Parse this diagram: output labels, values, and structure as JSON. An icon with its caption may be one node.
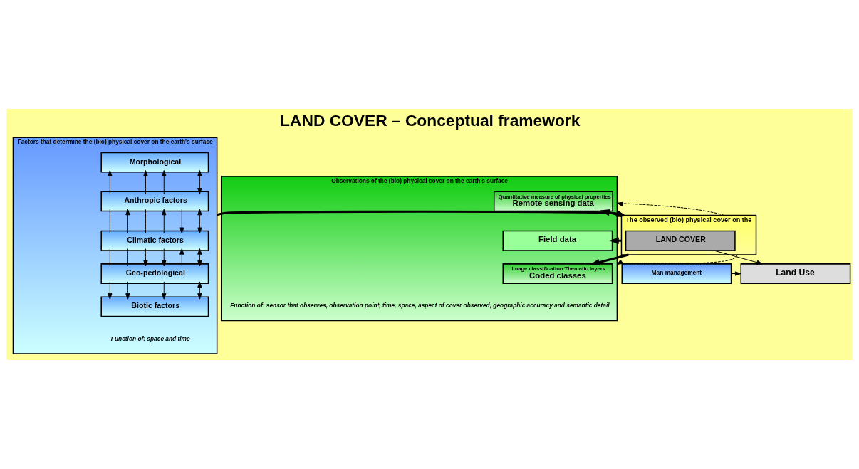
{
  "diagram": {
    "title": "LAND COVER – Conceptual framework",
    "nodes": [
      {
        "text": [
          "Factors that determine the (bio) physical cover on the earth's surface",
          "Function of: space and time"
        ]
      },
      {
        "text": [
          "Morphological"
        ],
        "in": 0
      },
      {
        "text": [
          "Anthropic factors"
        ],
        "in": 0
      },
      {
        "text": [
          "Climatic factors"
        ],
        "in": 0
      },
      {
        "text": [
          "Geo-pedological"
        ],
        "in": 0
      },
      {
        "text": [
          "Biotic factors"
        ],
        "in": 0
      },
      {
        "text": [
          "The observed (bio) physical cover on the"
        ]
      },
      {
        "text": [
          "LAND COVER"
        ],
        "in": 6
      },
      {
        "text": [
          "Man management"
        ]
      },
      {
        "text": [
          "Land Use"
        ]
      },
      {
        "text": [
          "Observations of the (bio) physical cover on the earth's surface",
          "Function of: sensor that observes, observation point, time, space, aspect of cover observed, geographic accuracy and semantic detail"
        ]
      },
      {
        "text": [
          "Quantitative measure of physical properties",
          "Remote sensing data"
        ],
        "in": 10
      },
      {
        "text": [
          "Field data"
        ],
        "in": 10
      },
      {
        "text": [
          "Image classification Thematic layers",
          "Coded classes"
        ],
        "in": 10
      }
    ],
    "edges": [
      {
        "from": 2,
        "to": 1,
        "arrow": "to"
      },
      {
        "from": 2,
        "to": 1,
        "arrow": "to"
      },
      {
        "from": 2,
        "to": 1,
        "arrow": "to"
      },
      {
        "from": 2,
        "to": 1,
        "arrow": "both"
      },
      {
        "from": 2,
        "to": 3,
        "arrow": "none"
      },
      {
        "from": 3,
        "to": 2,
        "arrow": "to"
      },
      {
        "from": 2,
        "to": 3,
        "arrow": "none"
      },
      {
        "from": 3,
        "to": 2,
        "arrow": "to"
      },
      {
        "from": 2,
        "to": 3,
        "arrow": "to"
      },
      {
        "from": 2,
        "to": 3,
        "arrow": "both"
      },
      {
        "from": 3,
        "to": 4,
        "arrow": "none"
      },
      {
        "from": 3,
        "to": 4,
        "arrow": "none"
      },
      {
        "from": 3,
        "to": 4,
        "arrow": "to"
      },
      {
        "from": 3,
        "to": 4,
        "arrow": "to"
      },
      {
        "from": 4,
        "to": 3,
        "arrow": "to"
      },
      {
        "from": 3,
        "to": 4,
        "arrow": "both"
      },
      {
        "from": 4,
        "to": 5,
        "arrow": "to"
      },
      {
        "from": 4,
        "to": 5,
        "arrow": "to"
      },
      {
        "from": 4,
        "to": 5,
        "arrow": "to"
      },
      {
        "from": 4,
        "to": 5,
        "arrow": "both"
      },
      {
        "from": 0,
        "to": 6,
        "arrow": "to",
        "style": "thick"
      },
      {
        "from": 6,
        "to": 10,
        "arrow": "to",
        "style": "dashed"
      },
      {
        "from": 6,
        "to": 11,
        "arrow": "to",
        "style": "thick"
      },
      {
        "from": 6,
        "to": 12,
        "arrow": "to",
        "style": "thick"
      },
      {
        "from": 6,
        "to": 13,
        "arrow": "to",
        "style": "thick"
      },
      {
        "from": 6,
        "to": 10,
        "arrow": "to",
        "style": "dashed"
      },
      {
        "from": 7,
        "to": 9,
        "arrow": "to"
      },
      {
        "from": 8,
        "to": 9,
        "arrow": "to"
      }
    ]
  }
}
